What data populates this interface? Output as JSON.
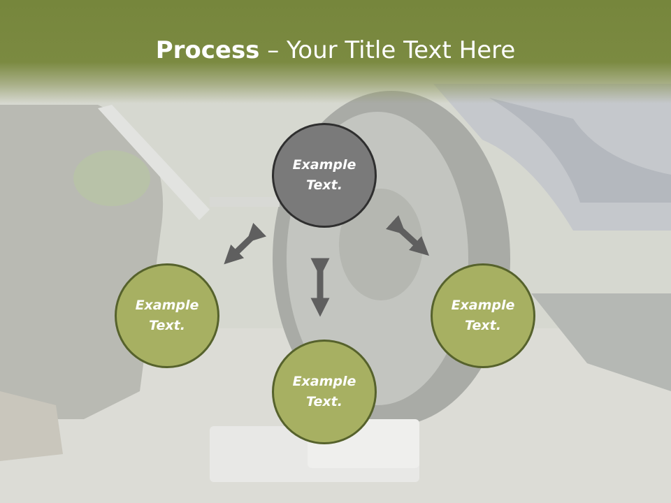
{
  "title": {
    "bold": "Process",
    "rest": " – Your Title Text Here"
  },
  "circles": {
    "top": "Example Text.",
    "left": "Example Text.",
    "right": "Example Text.",
    "bottom": "Example Text."
  },
  "colors": {
    "header": "#7b8a41",
    "circle_green": "#a7b062",
    "circle_grey": "#7a7a7a",
    "arrow": "#5f5f5f"
  }
}
